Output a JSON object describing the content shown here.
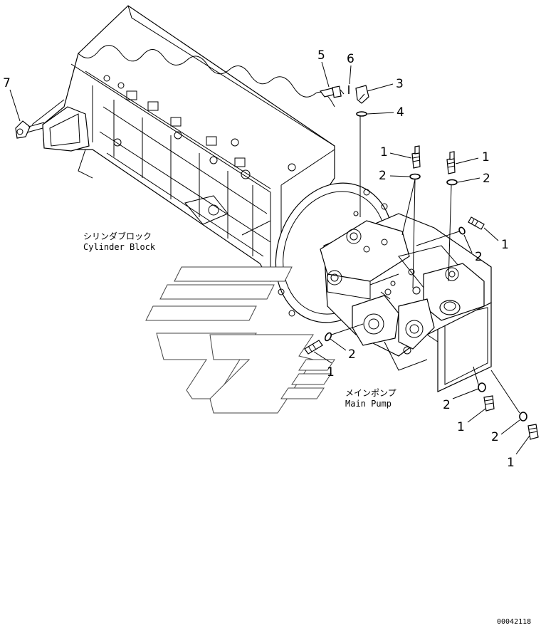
{
  "labels": {
    "cylinder_block_jp": "シリンダブロック",
    "cylinder_block_en": "Cylinder Block",
    "main_pump_jp": "メインポンプ",
    "main_pump_en": "Main Pump",
    "drawing_code": "00042118"
  },
  "callouts": [
    {
      "id": "c5",
      "text": "5"
    },
    {
      "id": "c6",
      "text": "6"
    },
    {
      "id": "c3",
      "text": "3"
    },
    {
      "id": "c4",
      "text": "4"
    },
    {
      "id": "c7",
      "text": "7"
    },
    {
      "id": "c1a",
      "text": "1"
    },
    {
      "id": "c2a",
      "text": "2"
    },
    {
      "id": "c1b",
      "text": "1"
    },
    {
      "id": "c2b",
      "text": "2"
    },
    {
      "id": "c1c",
      "text": "1"
    },
    {
      "id": "c2c",
      "text": "2"
    },
    {
      "id": "c2d",
      "text": "2"
    },
    {
      "id": "c1d",
      "text": "1"
    },
    {
      "id": "c2e",
      "text": "2"
    },
    {
      "id": "c1e",
      "text": "1"
    },
    {
      "id": "c2f",
      "text": "2"
    },
    {
      "id": "c1f",
      "text": "1"
    }
  ]
}
